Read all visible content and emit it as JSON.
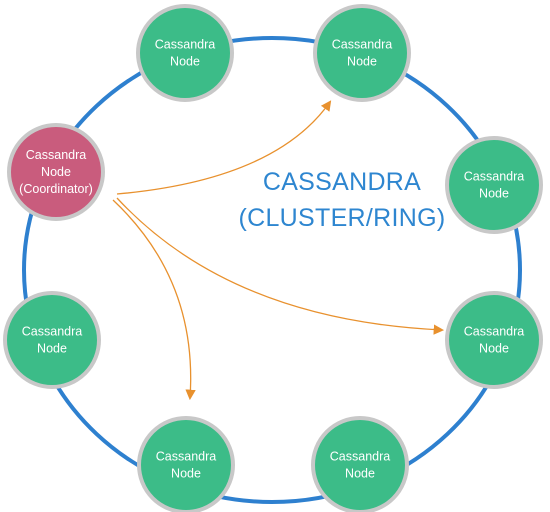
{
  "title": {
    "line1": "CASSANDRA",
    "line2": "(CLUSTER/RING)"
  },
  "nodes": [
    {
      "id": "coordinator",
      "lines": [
        "Cassandra",
        "Node",
        "(Coordinator)"
      ],
      "role": "coordinator"
    },
    {
      "id": "top-left",
      "lines": [
        "Cassandra",
        "Node"
      ],
      "role": "node"
    },
    {
      "id": "top-right",
      "lines": [
        "Cassandra",
        "Node"
      ],
      "role": "node"
    },
    {
      "id": "right-upper",
      "lines": [
        "Cassandra",
        "Node"
      ],
      "role": "node"
    },
    {
      "id": "right-lower",
      "lines": [
        "Cassandra",
        "Node"
      ],
      "role": "node"
    },
    {
      "id": "bottom-right",
      "lines": [
        "Cassandra",
        "Node"
      ],
      "role": "node"
    },
    {
      "id": "bottom-left",
      "lines": [
        "Cassandra",
        "Node"
      ],
      "role": "node"
    },
    {
      "id": "left-lower",
      "lines": [
        "Cassandra",
        "Node"
      ],
      "role": "node"
    }
  ],
  "edges": [
    {
      "from": "coordinator",
      "to": "top-right"
    },
    {
      "from": "coordinator",
      "to": "right-lower"
    },
    {
      "from": "coordinator",
      "to": "bottom-left"
    }
  ],
  "colors": {
    "ring": "#2e80cf",
    "node_fill": "#3cbc88",
    "coordinator_fill": "#c95c7d",
    "node_border": "#c8c8c8",
    "arrow": "#e8912e",
    "title": "#2e86d0"
  }
}
